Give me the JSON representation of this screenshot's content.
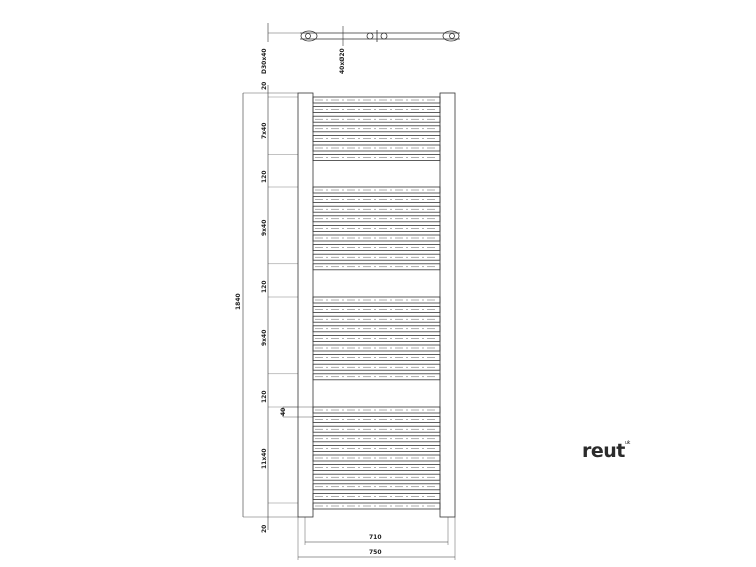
{
  "drawing": {
    "top_view": {
      "mount_label": "D30x40",
      "pipe_label": "40xØ20"
    },
    "dims": {
      "top_offset": "20",
      "bottom_offset": "20",
      "total_height": "1840",
      "groups": [
        {
          "label": "7x40",
          "count": 7
        },
        {
          "label": "9x40",
          "count": 9
        },
        {
          "label": "9x40",
          "count": 9
        },
        {
          "label": "11x40",
          "count": 11
        }
      ],
      "gap_labels": [
        "120",
        "120",
        "120"
      ],
      "bar_pitch": "40",
      "inner_width": "710",
      "outer_width": "750"
    },
    "stroke_color": "#333333"
  },
  "logo": {
    "text": "reut",
    "sup": "uk"
  }
}
